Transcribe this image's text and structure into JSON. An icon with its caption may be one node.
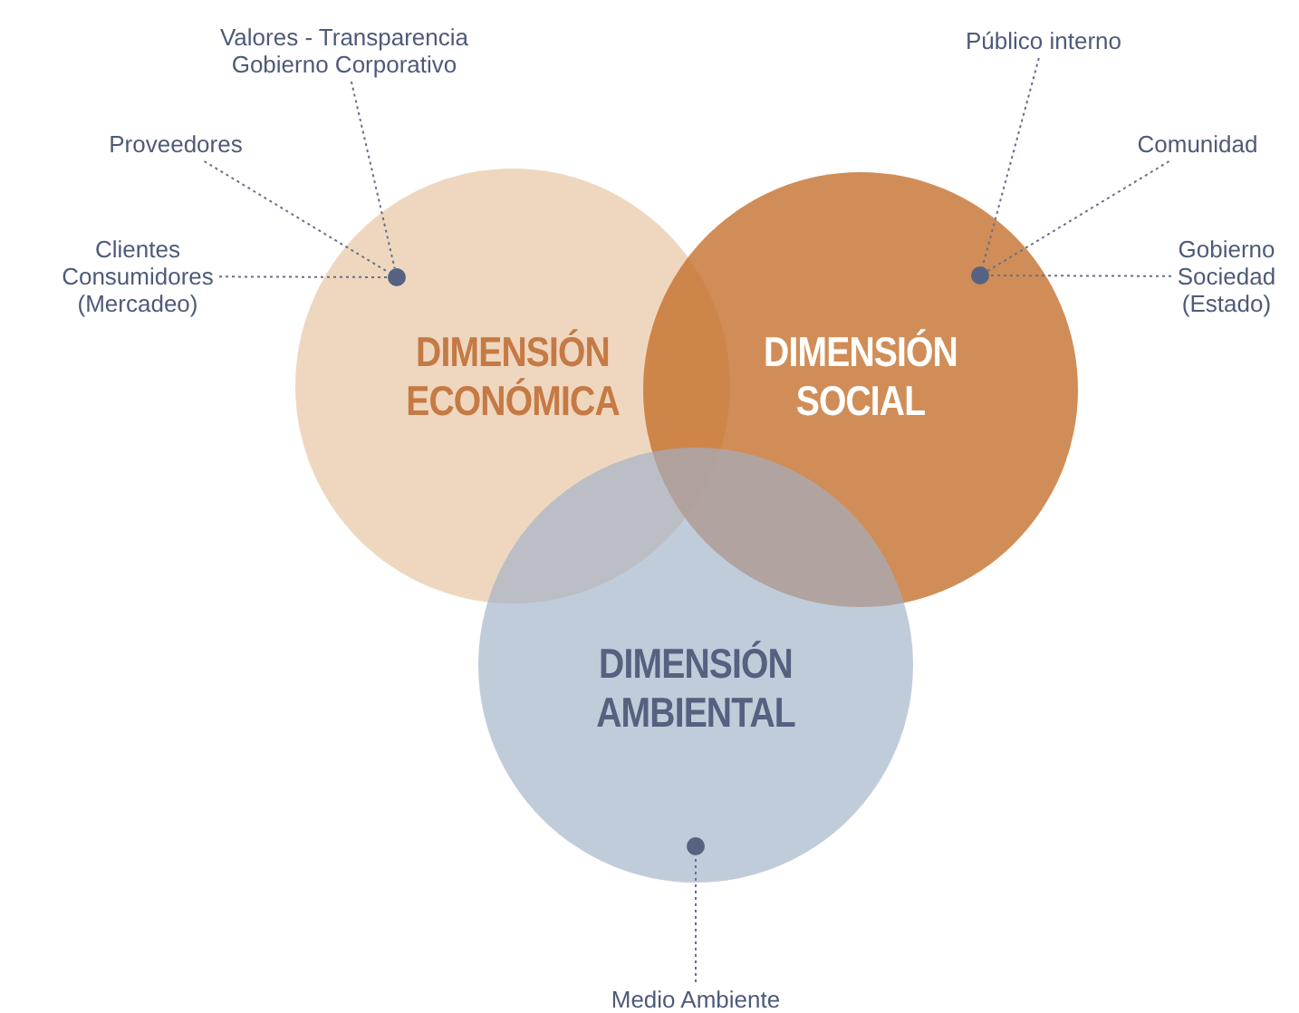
{
  "diagram": {
    "nodes": [
      {
        "text": [
          "DIMENSIÓN ECONÓMICA"
        ]
      },
      {
        "text": [
          "DIMENSIÓN SOCIAL"
        ]
      },
      {
        "text": [
          "DIMENSIÓN AMBIENTAL"
        ]
      },
      {
        "text": [
          "Valores - Transparencia Gobierno Corporativo"
        ]
      },
      {
        "text": [
          "Proveedores"
        ]
      },
      {
        "text": [
          "Clientes Consumidores (Mercadeo)"
        ]
      },
      {
        "text": [],
        "shape": "circle",
        "in": 0
      },
      {
        "text": [
          "Público interno"
        ]
      },
      {
        "text": [
          "Comunidad"
        ]
      },
      {
        "text": [
          "Gobierno Sociedad (Estado)"
        ]
      },
      {
        "text": [],
        "shape": "circle",
        "in": 1
      },
      {
        "text": [],
        "shape": "circle",
        "in": 2
      },
      {
        "text": [
          "Medio Ambiente"
        ]
      }
    ],
    "edges": [
      {
        "from": 3,
        "to": 6,
        "arrow": "none"
      },
      {
        "from": 4,
        "to": 6,
        "arrow": "none"
      },
      {
        "from": 5,
        "to": 6,
        "arrow": "none"
      },
      {
        "from": 7,
        "to": 10,
        "arrow": "none"
      },
      {
        "from": 8,
        "to": 10,
        "arrow": "none"
      },
      {
        "from": 9,
        "to": 10,
        "arrow": "none"
      },
      {
        "from": 12,
        "to": 11,
        "arrow": "none"
      }
    ]
  }
}
